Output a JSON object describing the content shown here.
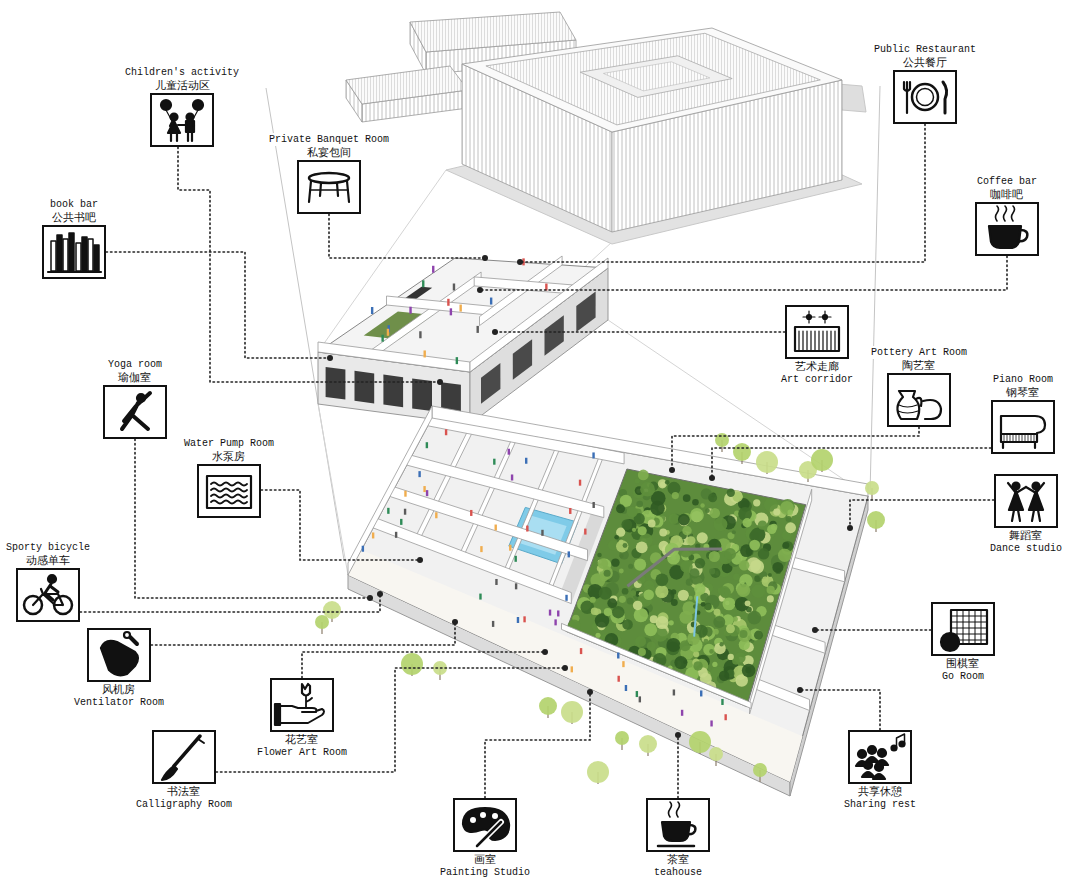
{
  "diagram": {
    "nodes": [
      {
        "text": [
          "Children's activity",
          "儿童活动区"
        ]
      },
      {
        "text": [
          "Public Restaurant",
          "公共餐厅"
        ]
      },
      {
        "text": [
          "Private Banquet Room",
          "私宴包间"
        ]
      },
      {
        "text": [
          "Coffee bar",
          "咖啡吧"
        ]
      },
      {
        "text": [
          "book bar",
          "公共书吧"
        ]
      },
      {
        "text": [
          "艺术走廊",
          "Art corridor"
        ]
      },
      {
        "text": [
          "Pottery Art Room",
          "陶艺室"
        ]
      },
      {
        "text": [
          "Yoga room",
          "瑜伽室"
        ]
      },
      {
        "text": [
          "Piano Room",
          "钢琴室"
        ]
      },
      {
        "text": [
          "Water Pump Room",
          "水泵房"
        ]
      },
      {
        "text": [
          "舞蹈室",
          "Dance studio"
        ]
      },
      {
        "text": [
          "Sporty bicycle",
          "动感单车"
        ]
      },
      {
        "text": [
          "围棋室",
          "Go Room"
        ]
      },
      {
        "text": [
          "风机房",
          "Ventilator Room"
        ]
      },
      {
        "text": [
          "花艺室",
          "Flower Art Room"
        ]
      },
      {
        "text": [
          "书法室",
          "Calligraphy Room"
        ]
      },
      {
        "text": [
          "共享休憩",
          "Sharing rest"
        ]
      },
      {
        "text": [
          "画室",
          "Painting Studio"
        ]
      },
      {
        "text": [
          "茶室",
          "teahouse"
        ]
      }
    ]
  }
}
